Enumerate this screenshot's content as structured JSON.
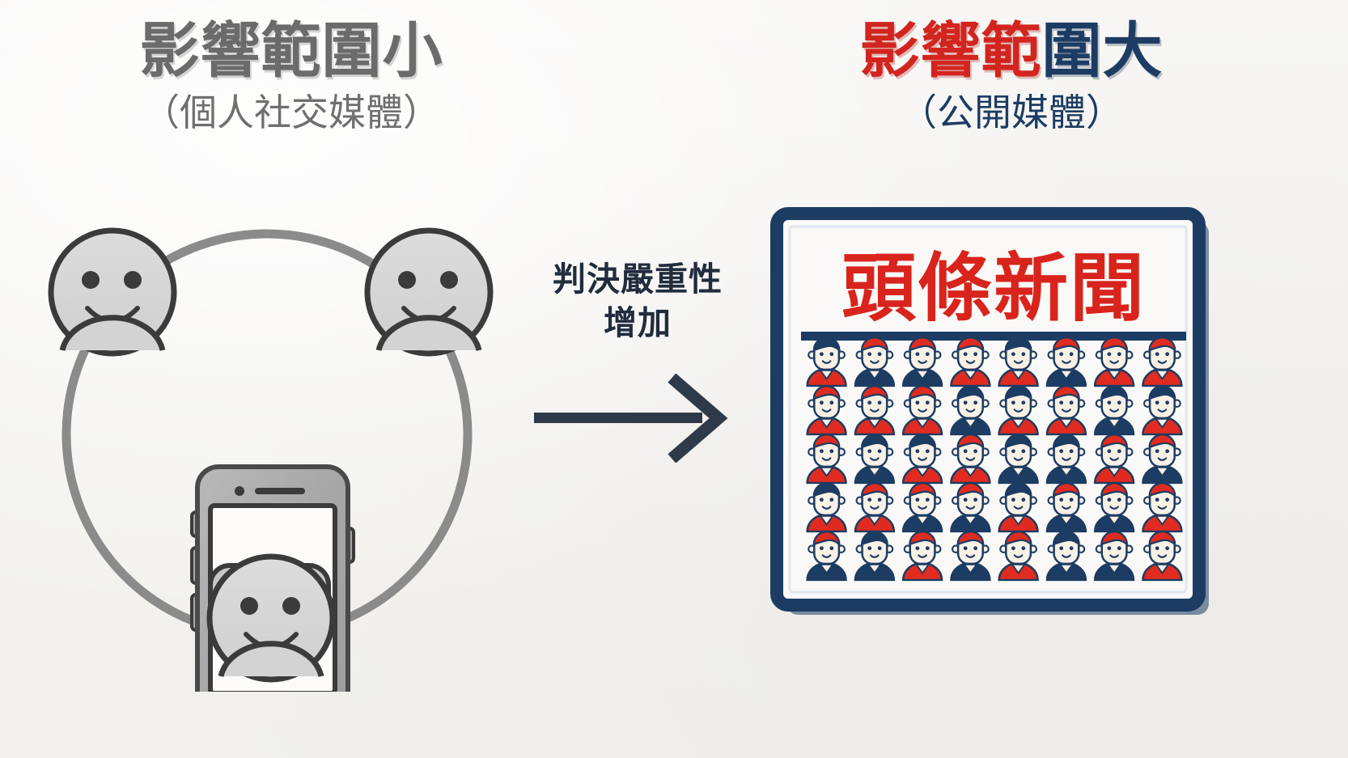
{
  "meta": {
    "background_color": "#f5f4f2",
    "accent_red": "#d8241c",
    "accent_navy": "#1c3c63",
    "gray": "#6b6b6b",
    "dark_ink": "#212c3d"
  },
  "left_panel": {
    "headline": "影響範圍小",
    "subtitle": "（個人社交媒體）",
    "headline_color": "#6b6b6b",
    "subtitle_color": "#6f6f6f",
    "diagram": {
      "center_device": "smartphone",
      "screen_content": "speech-bubble-ellipsis",
      "ring_label": "social-circle",
      "person_count": 3,
      "person_positions": [
        "top-left",
        "top-right",
        "bottom-center"
      ]
    }
  },
  "center": {
    "label_line_1": "判決嚴重性",
    "label_line_2": "增加",
    "label_color": "#212c3d",
    "arrow_direction": "right",
    "arrow_color": "#2e3a49"
  },
  "right_panel": {
    "headline_red_part": "影響範",
    "headline_navy_part": "圍大",
    "subtitle": "（公開媒體）",
    "headline_red_color": "#d2251f",
    "headline_navy_color": "#1c3c63",
    "subtitle_color": "#1c3c63",
    "newspaper": {
      "masthead": "頭條新聞",
      "masthead_color": "#d8241c",
      "frame_color": "#1c3c63",
      "page_color": "#faf9f7",
      "rule_color": "#1c3c63",
      "crowd": {
        "rows": 5,
        "columns": 8,
        "shirt_red": "#e02b20",
        "shirt_navy": "#1c3c63",
        "hair_red": "#e02b20",
        "hair_navy": "#1c3c63",
        "skin": "#faf1e6",
        "outline": "#1c3c63",
        "grid": [
          [
            {
              "hair": "navy",
              "shirt": "red"
            },
            {
              "hair": "red",
              "shirt": "navy"
            },
            {
              "hair": "red",
              "shirt": "navy"
            },
            {
              "hair": "red",
              "shirt": "red"
            },
            {
              "hair": "navy",
              "shirt": "red"
            },
            {
              "hair": "red",
              "shirt": "navy"
            },
            {
              "hair": "red",
              "shirt": "red"
            },
            {
              "hair": "red",
              "shirt": "red"
            }
          ],
          [
            {
              "hair": "red",
              "shirt": "red"
            },
            {
              "hair": "red",
              "shirt": "red"
            },
            {
              "hair": "red",
              "shirt": "red"
            },
            {
              "hair": "navy",
              "shirt": "navy"
            },
            {
              "hair": "navy",
              "shirt": "red"
            },
            {
              "hair": "red",
              "shirt": "red"
            },
            {
              "hair": "navy",
              "shirt": "navy"
            },
            {
              "hair": "navy",
              "shirt": "red"
            }
          ],
          [
            {
              "hair": "red",
              "shirt": "red"
            },
            {
              "hair": "navy",
              "shirt": "navy"
            },
            {
              "hair": "navy",
              "shirt": "red"
            },
            {
              "hair": "red",
              "shirt": "red"
            },
            {
              "hair": "navy",
              "shirt": "navy"
            },
            {
              "hair": "navy",
              "shirt": "navy"
            },
            {
              "hair": "red",
              "shirt": "red"
            },
            {
              "hair": "red",
              "shirt": "navy"
            }
          ],
          [
            {
              "hair": "navy",
              "shirt": "red"
            },
            {
              "hair": "red",
              "shirt": "red"
            },
            {
              "hair": "red",
              "shirt": "navy"
            },
            {
              "hair": "red",
              "shirt": "navy"
            },
            {
              "hair": "navy",
              "shirt": "red"
            },
            {
              "hair": "red",
              "shirt": "navy"
            },
            {
              "hair": "red",
              "shirt": "navy"
            },
            {
              "hair": "red",
              "shirt": "red"
            }
          ],
          [
            {
              "hair": "red",
              "shirt": "navy"
            },
            {
              "hair": "navy",
              "shirt": "navy"
            },
            {
              "hair": "red",
              "shirt": "red"
            },
            {
              "hair": "red",
              "shirt": "navy"
            },
            {
              "hair": "red",
              "shirt": "red"
            },
            {
              "hair": "navy",
              "shirt": "navy"
            },
            {
              "hair": "red",
              "shirt": "navy"
            },
            {
              "hair": "red",
              "shirt": "red"
            }
          ]
        ]
      }
    }
  }
}
